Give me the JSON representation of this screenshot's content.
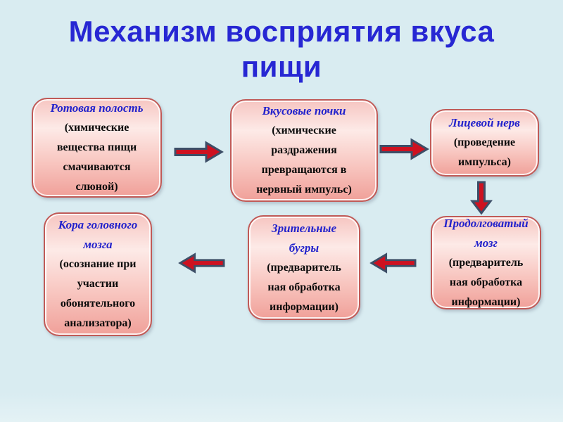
{
  "title": {
    "line1": "Механизм восприятия вкуса",
    "line2": "пищи"
  },
  "colors": {
    "background": "#d9ecf1",
    "title_text": "#2727d3",
    "box_border": "#c05a57",
    "box_fill_light": "#fdeae7",
    "box_fill_dark": "#f0a099",
    "box_heading_text": "#2222cc",
    "box_body_text": "#0a0a0a",
    "arrow_fill": "#ce1120",
    "arrow_stroke": "#3d4e67"
  },
  "boxes": [
    {
      "title_lines": [
        "Ротовая полость"
      ],
      "body_lines": [
        "(химические",
        "вещества пищи",
        "смачиваются",
        "слюной)"
      ]
    },
    {
      "title_lines": [
        "Вкусовые почки"
      ],
      "body_lines": [
        "(химические",
        "раздражения",
        "превращаются в",
        "нервный импульс)"
      ]
    },
    {
      "title_lines": [
        "Лицевой нерв"
      ],
      "body_lines": [
        "(проведение",
        "импульса)"
      ]
    },
    {
      "title_lines": [
        "Продолговатый",
        "мозг"
      ],
      "body_lines": [
        "(предваритель",
        "ная обработка",
        "информации)"
      ]
    },
    {
      "title_lines": [
        "Зрительные",
        "бугры"
      ],
      "body_lines": [
        "(предваритель",
        "ная обработка",
        "информации)"
      ]
    },
    {
      "title_lines": [
        "Кора головного",
        "мозга"
      ],
      "body_lines": [
        "(осознание при",
        "участии",
        "обонятельного",
        "анализатора)"
      ]
    }
  ],
  "arrows": [
    {
      "direction": "right",
      "from": "Ротовая полость",
      "to": "Вкусовые почки"
    },
    {
      "direction": "right",
      "from": "Вкусовые почки",
      "to": "Лицевой нерв"
    },
    {
      "direction": "down",
      "from": "Лицевой нерв",
      "to": "Продолговатый мозг"
    },
    {
      "direction": "left",
      "from": "Продолговатый мозг",
      "to": "Зрительные бугры"
    },
    {
      "direction": "left",
      "from": "Зрительные бугры",
      "to": "Кора головного мозга"
    }
  ]
}
